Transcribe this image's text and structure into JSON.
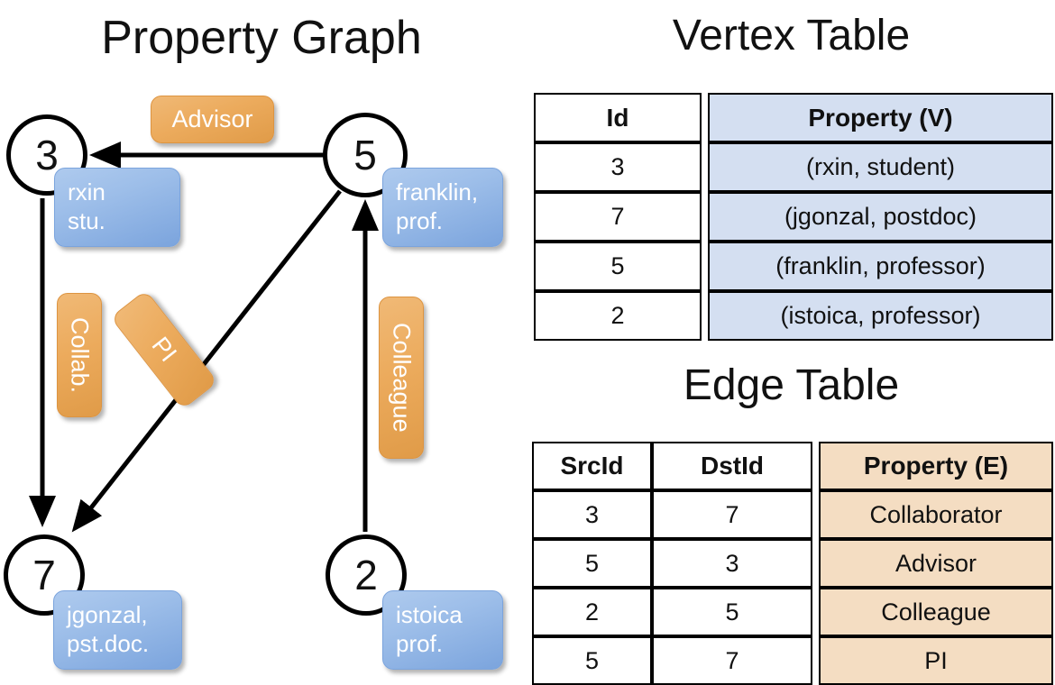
{
  "titles": {
    "property_graph": "Property Graph",
    "vertex_table": "Vertex Table",
    "edge_table": "Edge Table"
  },
  "colors": {
    "vertex_property_fill": "#d4dff1",
    "edge_property_fill": "#f4ddc2",
    "node_property_box": "#9dbee9",
    "edge_label_box": "#ecab5d",
    "stroke": "#000000",
    "label_text": "#ffffff"
  },
  "graph": {
    "nodes": [
      {
        "id": "3",
        "property_label": "rxin\nstu.",
        "line1": "rxin",
        "line2": "stu."
      },
      {
        "id": "5",
        "property_label": "franklin,\nprof.",
        "line1": "franklin,",
        "line2": "prof."
      },
      {
        "id": "7",
        "property_label": "jgonzal,\npst.doc.",
        "line1": "jgonzal,",
        "line2": "pst.doc."
      },
      {
        "id": "2",
        "property_label": "istoica\nprof.",
        "line1": "istoica",
        "line2": "prof."
      }
    ],
    "edge_labels": [
      {
        "name": "advisor",
        "text": "Advisor",
        "orientation": "horizontal"
      },
      {
        "name": "collab",
        "text": "Collab.",
        "orientation": "vertical"
      },
      {
        "name": "pi",
        "text": "PI",
        "orientation": "diagonal"
      },
      {
        "name": "colleague",
        "text": "Colleague",
        "orientation": "vertical"
      }
    ]
  },
  "vertex_table": {
    "headers": [
      "Id",
      "Property (V)"
    ],
    "rows": [
      {
        "id": "3",
        "property": "(rxin, student)"
      },
      {
        "id": "7",
        "property": "(jgonzal, postdoc)"
      },
      {
        "id": "5",
        "property": "(franklin, professor)"
      },
      {
        "id": "2",
        "property": "(istoica, professor)"
      }
    ]
  },
  "edge_table": {
    "headers": [
      "SrcId",
      "DstId",
      "Property (E)"
    ],
    "rows": [
      {
        "src": "3",
        "dst": "7",
        "property": "Collaborator"
      },
      {
        "src": "5",
        "dst": "3",
        "property": "Advisor"
      },
      {
        "src": "2",
        "dst": "5",
        "property": "Colleague"
      },
      {
        "src": "5",
        "dst": "7",
        "property": "PI"
      }
    ]
  }
}
